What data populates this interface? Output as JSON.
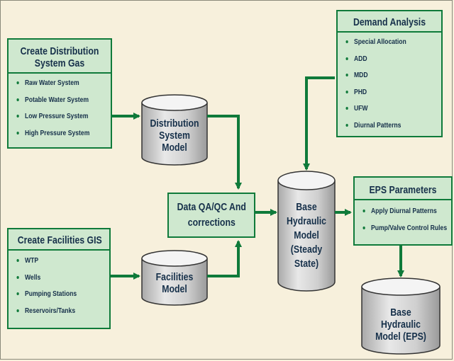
{
  "boxes": {
    "distribution_gis": {
      "title_line1": "Create Distribution",
      "title_line2": "System Gas",
      "items": [
        "Raw Water System",
        "Potable Water System",
        "Low Pressure System",
        "High Pressure System"
      ]
    },
    "facilities_gis": {
      "title": "Create Facilities GIS",
      "items": [
        "WTP",
        "Wells",
        "Pumping Stations",
        "Reservoirs/Tanks"
      ]
    },
    "demand_analysis": {
      "title": "Demand Analysis",
      "items": [
        "Special Allocation",
        "ADD",
        "MDD",
        "PHD",
        "UFW",
        "Diurnal Patterns"
      ]
    },
    "eps_parameters": {
      "title": "EPS Parameters",
      "items": [
        "Apply Diurnal Patterns",
        "Pump/Valve Control Rules"
      ]
    },
    "data_qaqc": {
      "line1": "Data QA/QC And",
      "line2": "corrections"
    }
  },
  "cylinders": {
    "distribution_model": [
      "Distribution",
      "System",
      "Model"
    ],
    "facilities_model": [
      "Facilities",
      "Model"
    ],
    "base_hydraulic_steady": [
      "Base",
      "Hydraulic",
      "Model",
      "(Steady",
      "State)"
    ],
    "base_hydraulic_eps": [
      "Base",
      "Hydraulic",
      "Model (EPS)"
    ]
  },
  "colors": {
    "box_fill": "#cfe8cf",
    "box_border": "#0f7a3a",
    "arrow": "#0f7a3a",
    "text": "#16304a",
    "cylinder_top": "#f4f4f4",
    "cylinder_body": "#cfcfcf",
    "background": "#f7f0dc"
  }
}
